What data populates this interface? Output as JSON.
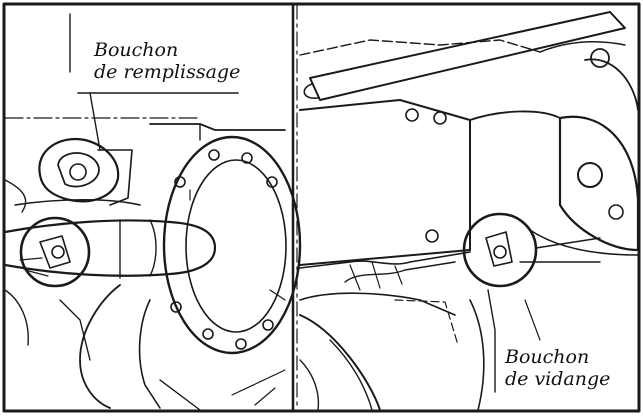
{
  "callouts": {
    "fill_plug": {
      "line1": "Bouchon",
      "line2": "de remplissage"
    },
    "drain_plug": {
      "line1": "Bouchon",
      "line2": "de vidange"
    }
  },
  "colors": {
    "ink": "#1a1a1a",
    "paper": "#ffffff"
  }
}
